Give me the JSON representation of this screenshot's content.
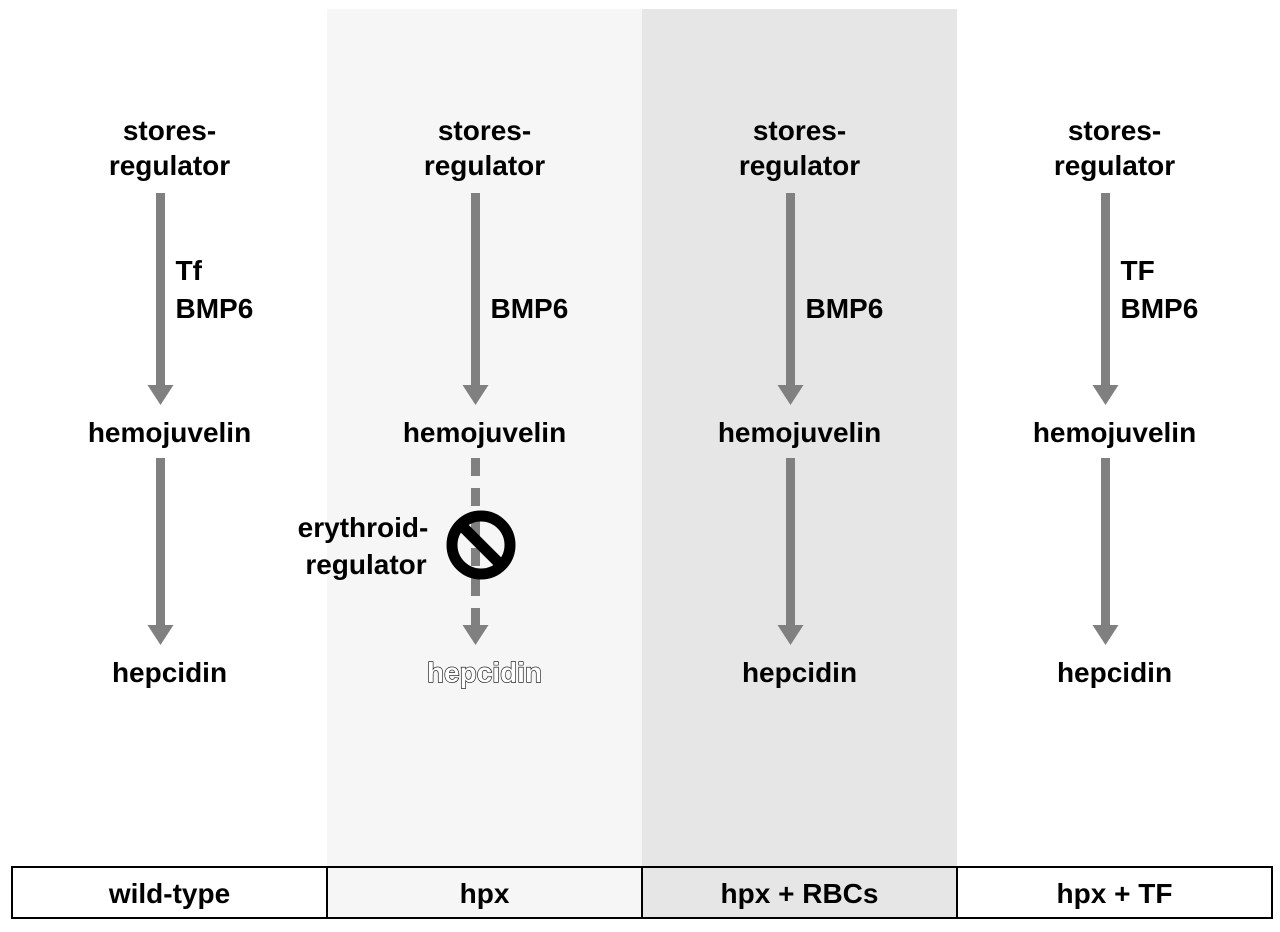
{
  "columns": [
    {
      "condition": "wild-type",
      "regulator_line1": "stores-",
      "regulator_line2": "regulator",
      "factors": [
        "Tf",
        "BMP6"
      ],
      "middle": "hemojuvelin",
      "target": "hepcidin",
      "target_suppressed": false,
      "background": "#ffffff"
    },
    {
      "condition": "hpx",
      "regulator_line1": "stores-",
      "regulator_line2": "regulator",
      "factors": [
        "BMP6"
      ],
      "middle": "hemojuvelin",
      "target": "hepcidin",
      "target_suppressed": true,
      "inhibitor_line1": "erythroid-",
      "inhibitor_line2": "regulator",
      "background": "#f6f6f6"
    },
    {
      "condition": "hpx + RBCs",
      "regulator_line1": "stores-",
      "regulator_line2": "regulator",
      "factors": [
        "BMP6"
      ],
      "middle": "hemojuvelin",
      "target": "hepcidin",
      "target_suppressed": false,
      "background": "#e6e6e6"
    },
    {
      "condition": "hpx + TF",
      "regulator_line1": "stores-",
      "regulator_line2": "regulator",
      "factors": [
        "TF",
        "BMP6"
      ],
      "middle": "hemojuvelin",
      "target": "hepcidin",
      "target_suppressed": false,
      "background": "#ffffff"
    }
  ],
  "colors": {
    "arrow": "#808080",
    "text": "#000000",
    "inhibit_symbol": "#000000"
  },
  "icons": {
    "inhibition": "prohibition-icon"
  }
}
